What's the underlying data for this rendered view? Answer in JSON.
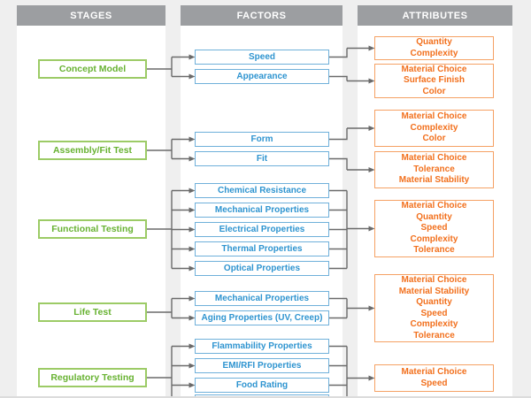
{
  "headers": {
    "stages": "STAGES",
    "factors": "FACTORS",
    "attributes": "ATTRIBUTES"
  },
  "sections": [
    {
      "stage": "Concept Model",
      "factors": [
        "Speed",
        "Appearance"
      ],
      "attribute_groups": [
        [
          "Quantity",
          "Complexity"
        ],
        [
          "Material Choice",
          "Surface Finish",
          "Color"
        ]
      ]
    },
    {
      "stage": "Assembly/Fit Test",
      "factors": [
        "Form",
        "Fit"
      ],
      "attribute_groups": [
        [
          "Material Choice",
          "Complexity",
          "Color"
        ],
        [
          "Material Choice",
          "Tolerance",
          "Material Stability"
        ]
      ]
    },
    {
      "stage": "Functional Testing",
      "factors": [
        "Chemical Resistance",
        "Mechanical Properties",
        "Electrical Properties",
        "Thermal Properties",
        "Optical Properties"
      ],
      "attribute_groups": [
        [
          "Material Choice",
          "Quantity",
          "Speed",
          "Complexity",
          "Tolerance"
        ]
      ]
    },
    {
      "stage": "Life Test",
      "factors": [
        "Mechanical Properties",
        "Aging Properties (UV, Creep)"
      ],
      "attribute_groups": [
        [
          "Material Choice",
          "Material Stability",
          "Quantity",
          "Speed",
          "Complexity",
          "Tolerance"
        ]
      ]
    },
    {
      "stage": "Regulatory Testing",
      "factors": [
        "Flammability Properties",
        "EMI/RFI Properties",
        "Food Rating"
      ],
      "attribute_groups": [
        [
          "Material Choice",
          "Speed"
        ]
      ]
    }
  ],
  "colors": {
    "stage_border": "#9CCB66",
    "stage_text": "#67B231",
    "factor_border": "#6FB0DA",
    "factor_text": "#2E94D0",
    "attribute_border": "#F5A164",
    "attribute_text": "#F2701D",
    "header_bg": "#9C9EA1",
    "header_text": "#FFFFFF",
    "connector": "#6A6A6A",
    "page_bg": "#EFEFEF",
    "column_bg": "#FFFFFF"
  }
}
